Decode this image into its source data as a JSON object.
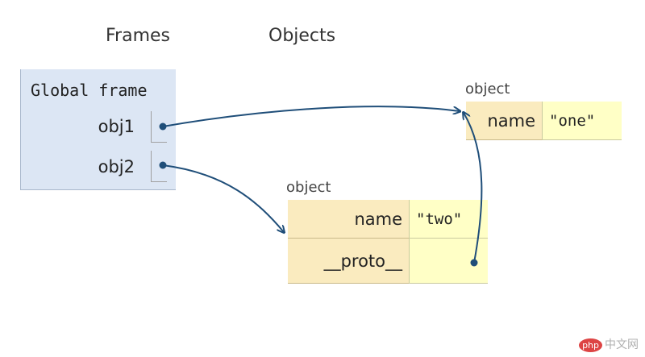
{
  "headings": {
    "frames": "Frames",
    "objects": "Objects"
  },
  "global_frame": {
    "title": "Global frame",
    "variables": [
      {
        "name": "obj1"
      },
      {
        "name": "obj2"
      }
    ]
  },
  "objects": [
    {
      "label": "object",
      "rows": [
        {
          "key": "name",
          "value": "\"one\""
        }
      ]
    },
    {
      "label": "object",
      "rows": [
        {
          "key": "name",
          "value": "\"two\""
        },
        {
          "key": "__proto__",
          "value": ""
        }
      ]
    }
  ],
  "watermark": {
    "badge": "php",
    "text": "中文网"
  },
  "colors": {
    "arrow": "#1f4e79",
    "frame_bg": "#dce6f4",
    "key_bg": "#faebbf",
    "value_bg": "#ffffc6"
  }
}
